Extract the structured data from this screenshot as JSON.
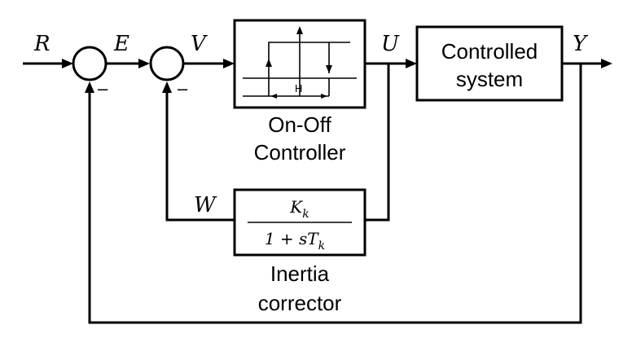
{
  "signals": {
    "r": "R",
    "e": "E",
    "v": "V",
    "u": "U",
    "y": "Y",
    "w": "W"
  },
  "summing_junctions": {
    "first_sign": "–",
    "second_sign": "–"
  },
  "blocks": {
    "on_off_controller": {
      "label_line1": "On-Off",
      "label_line2": "Controller",
      "hysteresis_label": "H"
    },
    "controlled_system": {
      "label_line1": "Controlled",
      "label_line2": "system"
    },
    "inertia_corrector": {
      "numerator": "K",
      "numerator_sub": "k",
      "denominator": "1 + sT",
      "denominator_sub": "k",
      "label_line1": "Inertia",
      "label_line2": "corrector"
    }
  }
}
